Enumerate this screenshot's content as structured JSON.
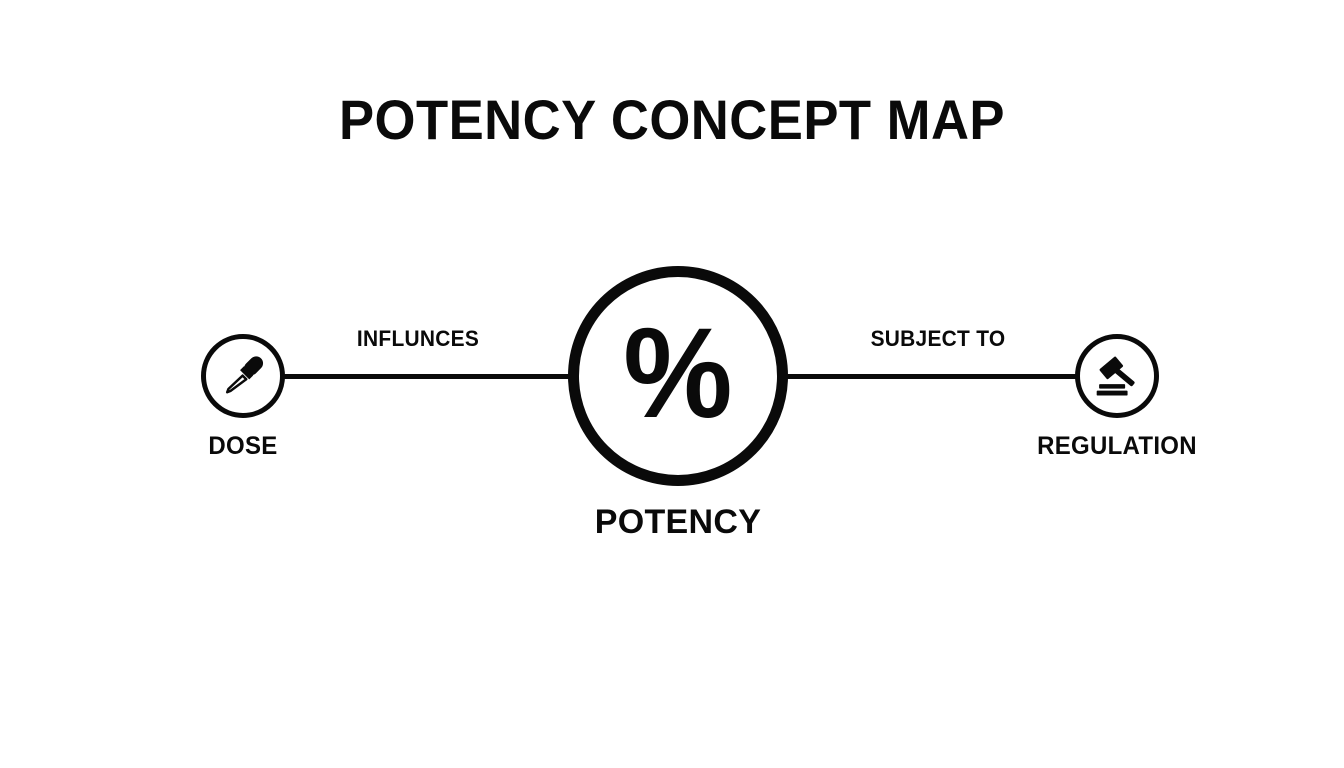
{
  "page": {
    "title": "POTENCY CONCEPT MAP",
    "background_color": "#ffffff",
    "ink_color": "#0a0a0a"
  },
  "diagram": {
    "type": "concept-map",
    "center_node": {
      "id": "potency",
      "label": "POTENCY",
      "symbol": "%",
      "icon": "percent-symbol"
    },
    "nodes": [
      {
        "id": "dose",
        "label": "DOSE",
        "icon": "dropper-icon",
        "position": "left"
      },
      {
        "id": "regulation",
        "label": "REGULATION",
        "icon": "gavel-icon",
        "position": "right"
      }
    ],
    "edges": [
      {
        "id": "dose-to-potency",
        "label": "INFLUNCES",
        "from": "dose",
        "to": "potency"
      },
      {
        "id": "potency-to-regulation",
        "label": "SUBJECT TO",
        "from": "potency",
        "to": "regulation"
      }
    ]
  }
}
